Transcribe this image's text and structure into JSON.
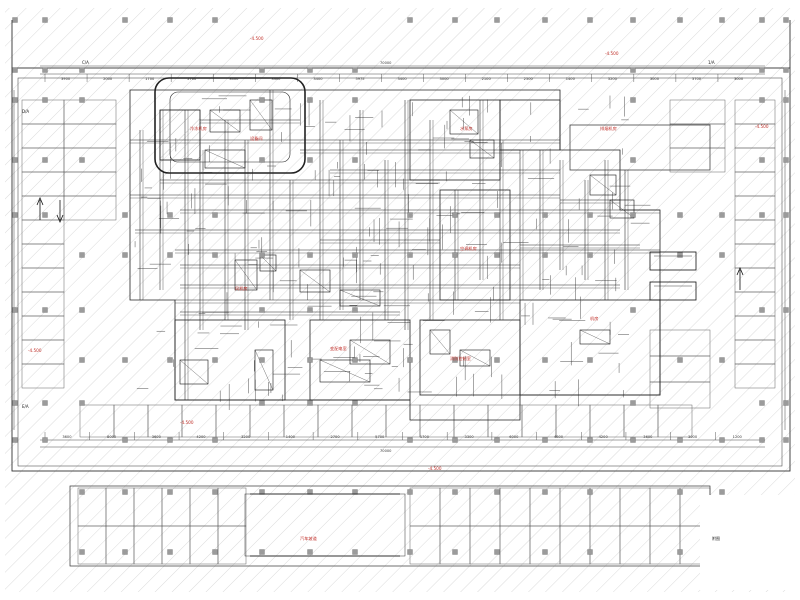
{
  "title": "",
  "dimensions_top": [
    "3900",
    "2000",
    "1700",
    "2700",
    "3400",
    "3300",
    "3400",
    "5975",
    "3400",
    "3000",
    "2100",
    "2500",
    "1400",
    "3200",
    "3000",
    "3700",
    "3000"
  ],
  "dimensions_bottom": [
    "3600",
    "8000",
    "3600",
    "4200",
    "3200",
    "1400",
    "2700",
    "5700",
    "1700",
    "3300",
    "6000",
    "4800",
    "4200",
    "3600",
    "3000",
    "1200"
  ],
  "overall_top": "70000",
  "overall_bottom": "70000",
  "axis_marks": [
    "C/A",
    "1/A",
    "D/A",
    "E/A"
  ],
  "room_labels": [
    "冷冻机房",
    "水泵房",
    "变配电室",
    "消防控制室",
    "汽车坡道",
    "风机房",
    "排烟机房",
    "设备间",
    "空调机房",
    "机房"
  ],
  "elevation_labels": [
    "-4.500",
    "-4.500",
    "-4.500",
    "-4.500",
    "-4.500",
    "-4.500"
  ],
  "legend_note": "附图"
}
